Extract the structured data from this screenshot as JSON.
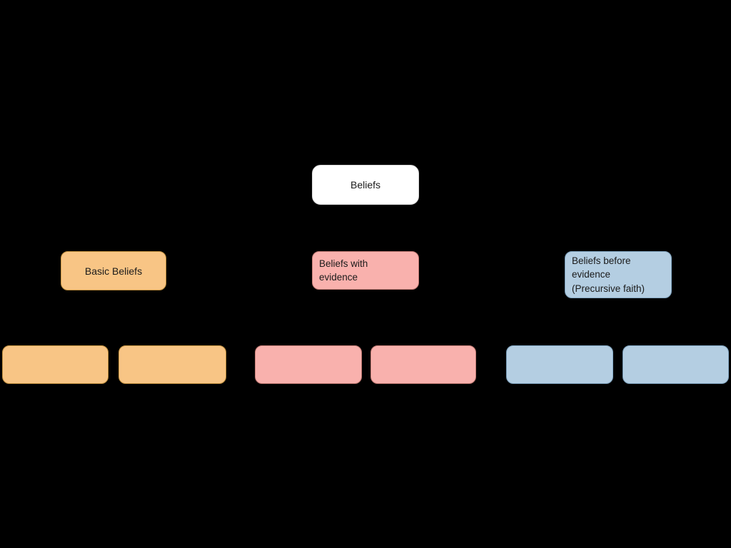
{
  "background": "#000000",
  "palette": {
    "white": {
      "fill": "#ffffff",
      "border": "#d9d9d9"
    },
    "orange": {
      "fill": "#f8c585",
      "border": "#c2913f"
    },
    "pink": {
      "fill": "#f9b1ad",
      "border": "#c07a73"
    },
    "blue": {
      "fill": "#b4cee2",
      "border": "#7fa3bf"
    }
  },
  "diagram": {
    "root": {
      "label": "Beliefs",
      "color_key": "white"
    },
    "branches": [
      {
        "label": "Basic Beliefs",
        "color_key": "orange"
      },
      {
        "label": "Beliefs with\nevidence",
        "color_key": "pink"
      },
      {
        "label": "Beliefs before\nevidence\n(Precursive faith)",
        "color_key": "blue"
      }
    ],
    "leaves": [
      {
        "label": "",
        "color_key": "orange"
      },
      {
        "label": "",
        "color_key": "orange"
      },
      {
        "label": "",
        "color_key": "pink"
      },
      {
        "label": "",
        "color_key": "pink"
      },
      {
        "label": "",
        "color_key": "blue"
      },
      {
        "label": "",
        "color_key": "blue"
      }
    ]
  }
}
